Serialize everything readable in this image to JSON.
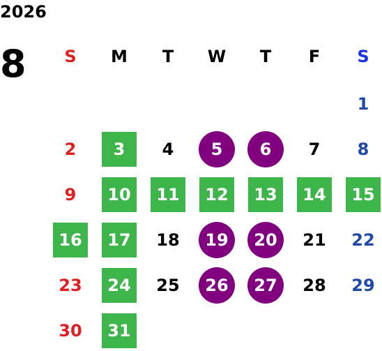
{
  "year": "2026",
  "month": "8",
  "colors": {
    "sunday": "#e02020",
    "saturday_header": "#1a33e6",
    "saturday": "#1f4aa8",
    "weekday": "#000000",
    "green_highlight": "#3db54a",
    "purple_highlight": "#800080"
  },
  "weekdays": [
    {
      "label": "S",
      "kind": "sunday"
    },
    {
      "label": "M",
      "kind": "weekday"
    },
    {
      "label": "T",
      "kind": "weekday"
    },
    {
      "label": "W",
      "kind": "weekday"
    },
    {
      "label": "T",
      "kind": "weekday"
    },
    {
      "label": "F",
      "kind": "weekday"
    },
    {
      "label": "S",
      "kind": "saturday"
    }
  ],
  "days": [
    {
      "day": "1",
      "week": 0,
      "col": 6,
      "style": "none"
    },
    {
      "day": "2",
      "week": 1,
      "col": 0,
      "style": "none"
    },
    {
      "day": "3",
      "week": 1,
      "col": 1,
      "style": "green"
    },
    {
      "day": "4",
      "week": 1,
      "col": 2,
      "style": "none"
    },
    {
      "day": "5",
      "week": 1,
      "col": 3,
      "style": "circle"
    },
    {
      "day": "6",
      "week": 1,
      "col": 4,
      "style": "circle"
    },
    {
      "day": "7",
      "week": 1,
      "col": 5,
      "style": "none"
    },
    {
      "day": "8",
      "week": 1,
      "col": 6,
      "style": "none"
    },
    {
      "day": "9",
      "week": 2,
      "col": 0,
      "style": "none"
    },
    {
      "day": "10",
      "week": 2,
      "col": 1,
      "style": "green"
    },
    {
      "day": "11",
      "week": 2,
      "col": 2,
      "style": "green"
    },
    {
      "day": "12",
      "week": 2,
      "col": 3,
      "style": "green"
    },
    {
      "day": "13",
      "week": 2,
      "col": 4,
      "style": "green"
    },
    {
      "day": "14",
      "week": 2,
      "col": 5,
      "style": "green"
    },
    {
      "day": "15",
      "week": 2,
      "col": 6,
      "style": "green"
    },
    {
      "day": "16",
      "week": 3,
      "col": 0,
      "style": "green"
    },
    {
      "day": "17",
      "week": 3,
      "col": 1,
      "style": "green"
    },
    {
      "day": "18",
      "week": 3,
      "col": 2,
      "style": "none"
    },
    {
      "day": "19",
      "week": 3,
      "col": 3,
      "style": "circle"
    },
    {
      "day": "20",
      "week": 3,
      "col": 4,
      "style": "circle"
    },
    {
      "day": "21",
      "week": 3,
      "col": 5,
      "style": "none"
    },
    {
      "day": "22",
      "week": 3,
      "col": 6,
      "style": "none"
    },
    {
      "day": "23",
      "week": 4,
      "col": 0,
      "style": "none"
    },
    {
      "day": "24",
      "week": 4,
      "col": 1,
      "style": "green"
    },
    {
      "day": "25",
      "week": 4,
      "col": 2,
      "style": "none"
    },
    {
      "day": "26",
      "week": 4,
      "col": 3,
      "style": "circle"
    },
    {
      "day": "27",
      "week": 4,
      "col": 4,
      "style": "circle"
    },
    {
      "day": "28",
      "week": 4,
      "col": 5,
      "style": "none"
    },
    {
      "day": "29",
      "week": 4,
      "col": 6,
      "style": "none"
    },
    {
      "day": "30",
      "week": 5,
      "col": 0,
      "style": "none"
    },
    {
      "day": "31",
      "week": 5,
      "col": 1,
      "style": "green"
    }
  ]
}
